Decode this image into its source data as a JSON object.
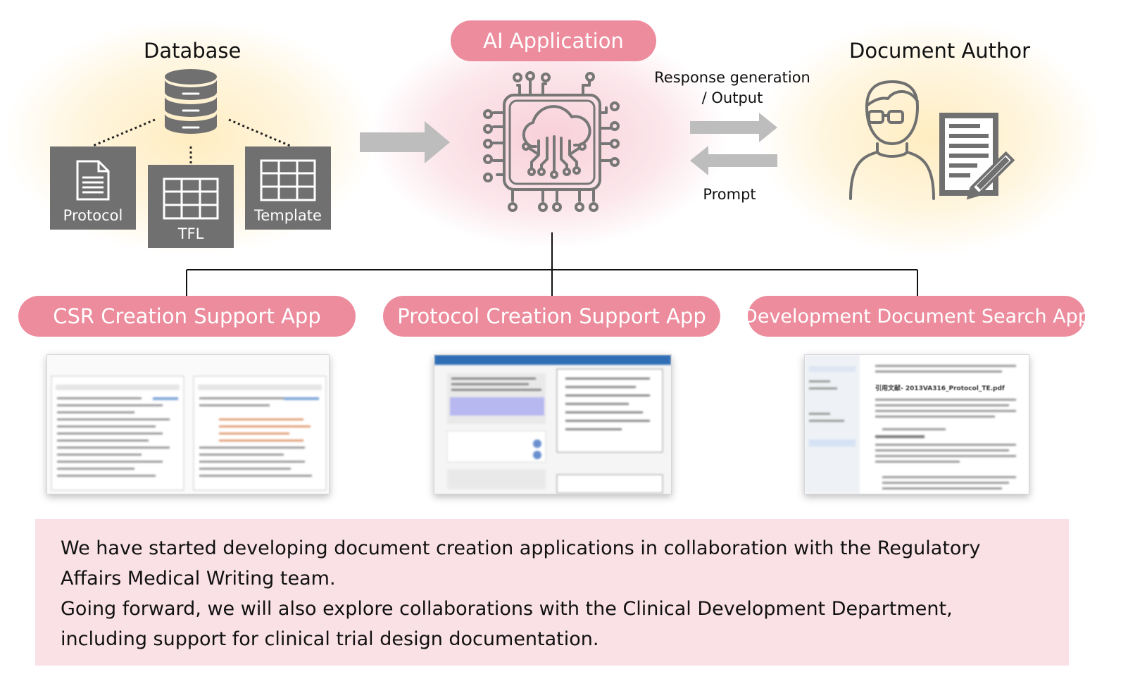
{
  "database": {
    "title": "Database",
    "items": [
      {
        "label": "Protocol",
        "icon": "document-icon"
      },
      {
        "label": "TFL",
        "icon": "table-icon"
      },
      {
        "label": "Template",
        "icon": "table-icon"
      }
    ]
  },
  "ai_application": {
    "title": "AI Application",
    "icon": "cloud-chip-icon"
  },
  "arrows": {
    "response_label": "Response generation / Output",
    "prompt_label": "Prompt"
  },
  "document_author": {
    "title": "Document Author",
    "icon": "person-writing-document-icon"
  },
  "apps": [
    {
      "label": "CSR Creation Support App",
      "preview_icon": "csr-app-screenshot"
    },
    {
      "label": "Protocol Creation Support App",
      "preview_icon": "protocol-app-screenshot"
    },
    {
      "label": "Development Document Search App",
      "preview_icon": "search-app-screenshot",
      "preview_heading": "引用文献- 2013VA316_Protocol_TE.pdf"
    }
  ],
  "note": {
    "line1": "We have started developing document creation applications in collaboration with the Regulatory Affairs Medical Writing team.",
    "line2": "Going forward, we will also explore collaborations with the Clinical Development Department, including support for clinical trial design documentation."
  },
  "colors": {
    "pill": "#ec8c9d",
    "note_bg": "#f9e1e6",
    "box": "#707070",
    "arrow": "#bdbdbd"
  }
}
